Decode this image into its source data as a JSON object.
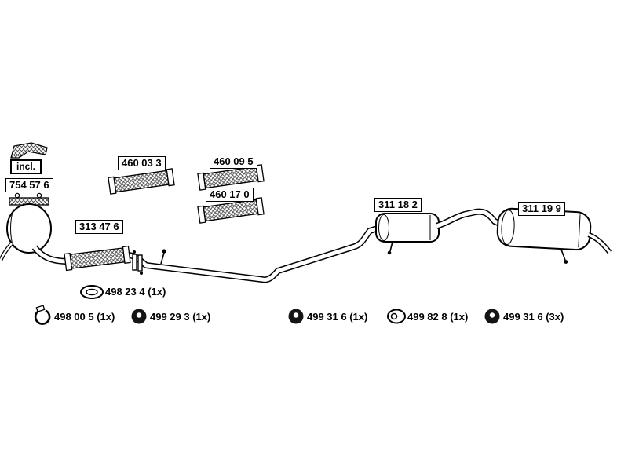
{
  "page": {
    "background": "#ffffff",
    "line_color": "#000000"
  },
  "incl_box": {
    "label": "incl."
  },
  "parts": [
    {
      "number": "754 57 6"
    },
    {
      "number": "460 03 3"
    },
    {
      "number": "460 09 5"
    },
    {
      "number": "460 17 0"
    },
    {
      "number": "313 47 6"
    },
    {
      "number": "311 18 2"
    },
    {
      "number": "311 19 9"
    }
  ],
  "fasteners": [
    {
      "label": "498 23 4 (1x)",
      "icon": "gasket-icon"
    },
    {
      "label": "498 00 5 (1x)",
      "icon": "clamp-icon"
    },
    {
      "label": "499 29 3 (1x)",
      "icon": "rubber-mount-icon"
    },
    {
      "label": "499 31 6 (1x)",
      "icon": "rubber-mount-icon"
    },
    {
      "label": "499 82 8 (1x)",
      "icon": "grommet-icon"
    },
    {
      "label": "499 31 6 (3x)",
      "icon": "rubber-mount-icon"
    }
  ]
}
